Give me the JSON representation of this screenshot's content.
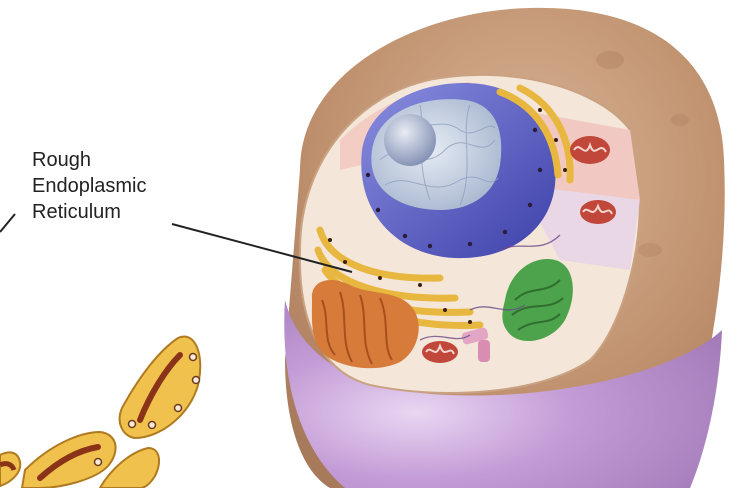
{
  "label": {
    "lines": [
      "Rough",
      "Endoplasmic",
      "Reticulum"
    ]
  },
  "colors": {
    "outer_cell": "#b98a6b",
    "outer_cell_light": "#d4ad8c",
    "lower_cell": "#b98bcf",
    "cutaway_bg": "#f4e8da",
    "nucleus_envelope": "#5a5ec4",
    "nucleus_inner": "#c9d3e4",
    "nucleolus": "#9aa6c4",
    "rough_er": "#e8b73f",
    "mitochondria": "#c0473a",
    "golgi": "#d67b3a",
    "chloroplast_like": "#4ca34b",
    "leader_line": "#222222"
  },
  "icons": [
    "rough-er-detail-icon"
  ]
}
